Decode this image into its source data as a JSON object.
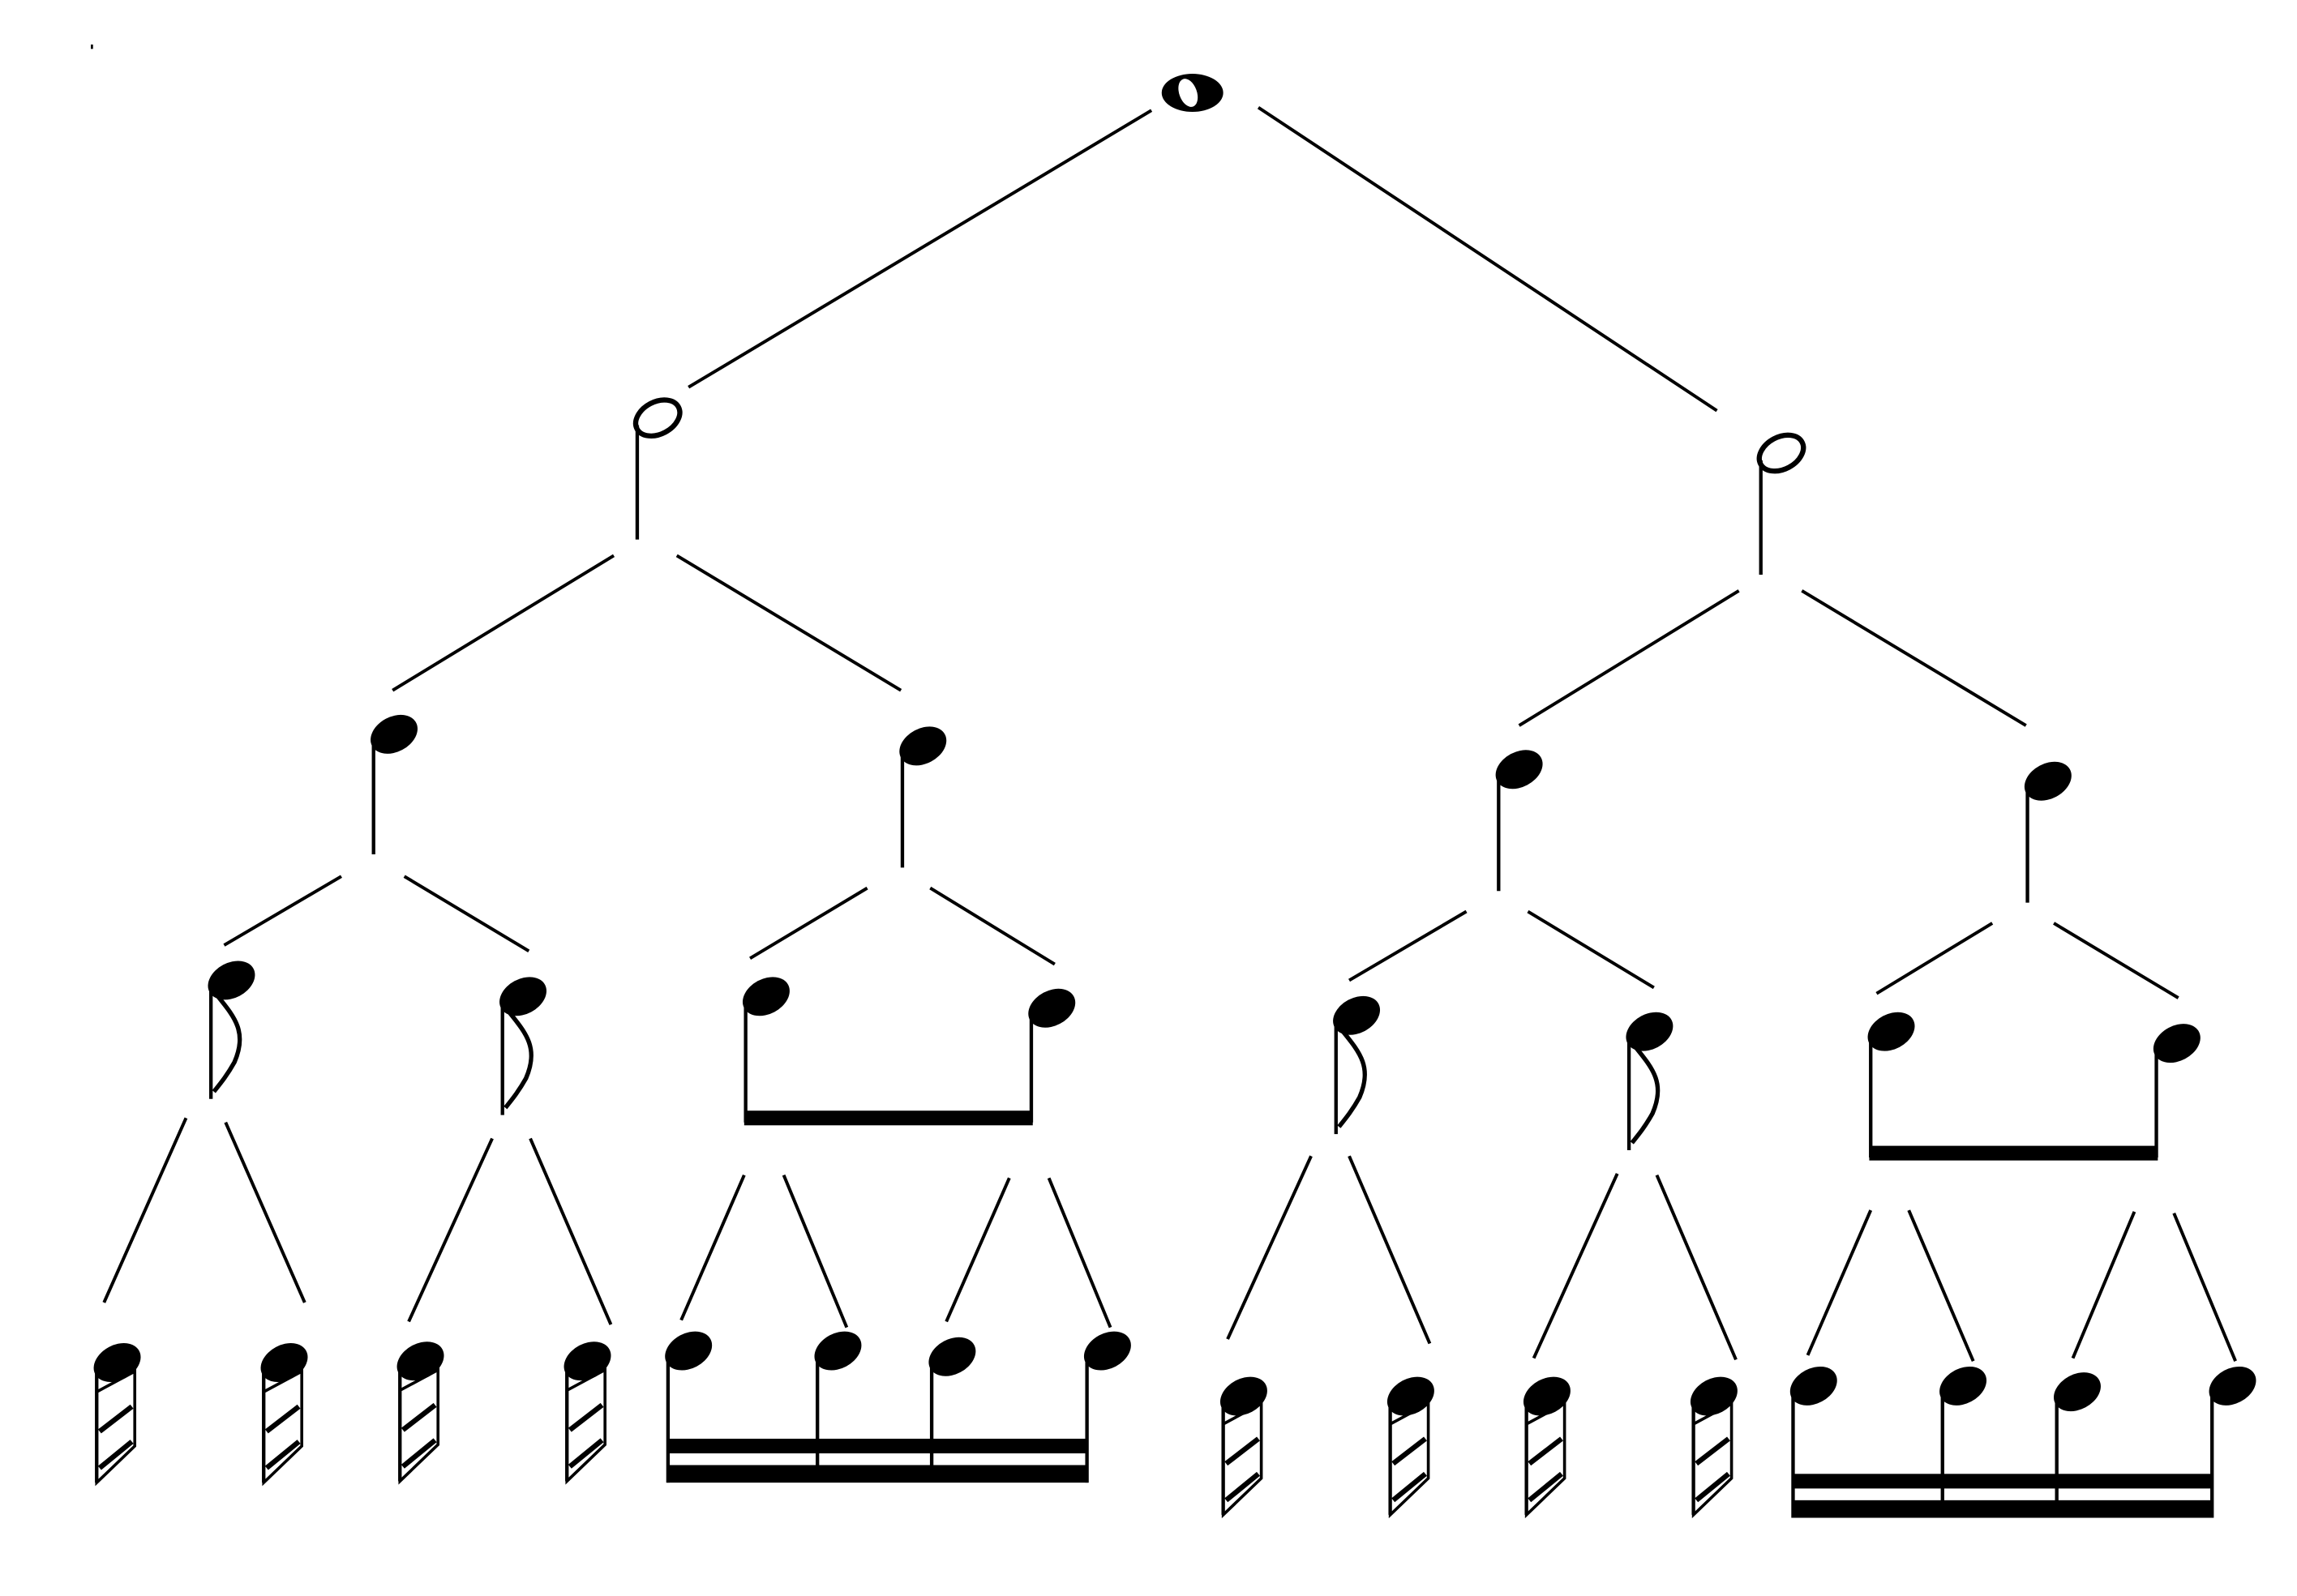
{
  "diagram": {
    "levels": [
      {
        "note": "whole-note",
        "count": 1
      },
      {
        "note": "half-note",
        "count": 2
      },
      {
        "note": "quarter-note",
        "count": 4
      },
      {
        "note": "eighth-note",
        "count": 8
      },
      {
        "note": "sixteenth-note",
        "count": 16
      }
    ],
    "beamed_groups": [
      {
        "level": 3,
        "parent_index": 1
      },
      {
        "level": 3,
        "parent_index": 3
      },
      {
        "level": 4,
        "parent_index": 1
      },
      {
        "level": 4,
        "parent_index": 3
      }
    ],
    "ink_color": "#000000",
    "background_color": "#ffffff"
  }
}
